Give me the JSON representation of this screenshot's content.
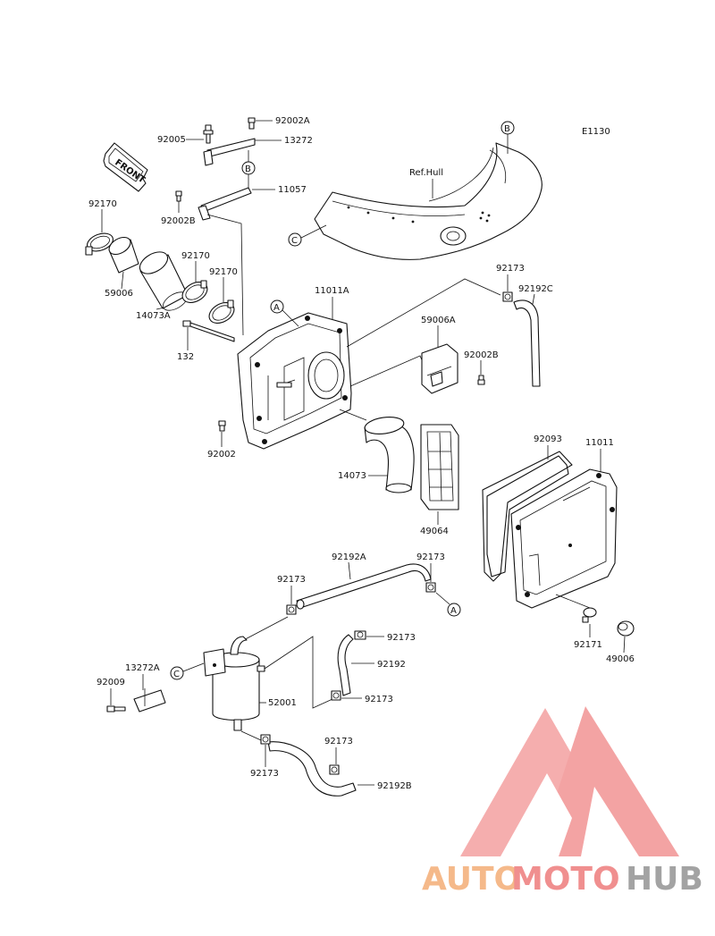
{
  "diagram_code": "E1130",
  "ref_label": "Ref.Hull",
  "front_arrow_label": "FRONT",
  "markers": {
    "a": "A",
    "b": "B",
    "c": "C"
  },
  "parts": {
    "p92002A": "92002A",
    "p92005": "92005",
    "p13272": "13272",
    "p11057": "11057",
    "p92002B_top": "92002B",
    "p92170_left": "92170",
    "p92170_mid": "92170",
    "p92170_right": "92170",
    "p59006": "59006",
    "p14073A": "14073A",
    "p132": "132",
    "p11011A": "11011A",
    "p59006A": "59006A",
    "p92002B_right": "92002B",
    "p92173_top": "92173",
    "p92192C": "92192C",
    "p92002": "92002",
    "p14073": "14073",
    "p49064": "49064",
    "p92093": "92093",
    "p11011": "11011",
    "p92192A": "92192A",
    "p92173_a": "92173",
    "p92173_b": "92173",
    "p92173_c": "92173",
    "p92192": "92192",
    "p92173_d": "92173",
    "p13272A": "13272A",
    "p92009": "92009",
    "p52001": "52001",
    "p92173_e": "92173",
    "p92173_f": "92173",
    "p92192B": "92192B",
    "p92171": "92171",
    "p49006": "49006"
  },
  "watermark": {
    "part1": "AUTO",
    "part2": "MOTO",
    "part3": "HUB"
  },
  "colors": {
    "watermark_orange": "#f5b98a",
    "watermark_red": "#f08f8f",
    "watermark_grey": "#a3a3a3"
  }
}
